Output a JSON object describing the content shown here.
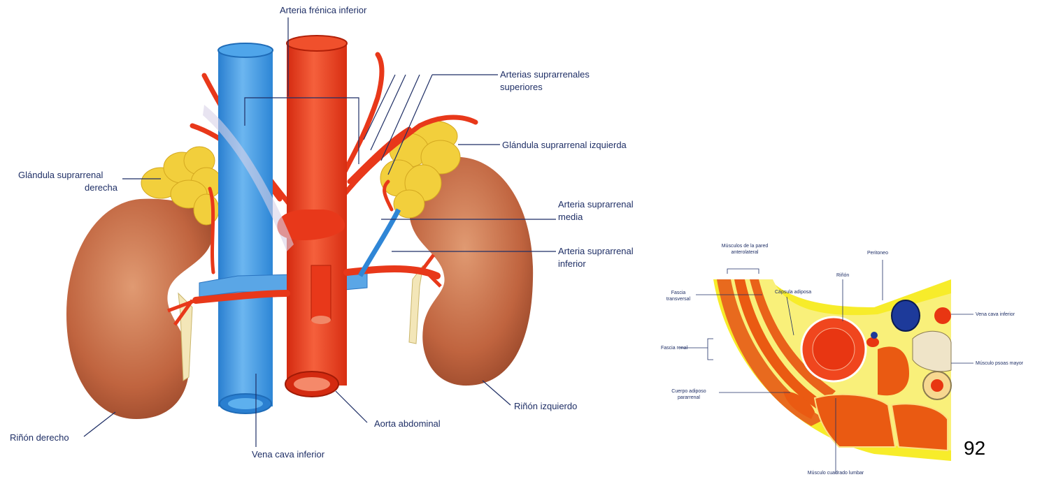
{
  "labels": {
    "arteria_frenica_inferior": "Arteria frénica inferior",
    "arterias_suprarrenales_superiores_1": "Arterias suprarrenales",
    "arterias_suprarrenales_superiores_2": "superiores",
    "glandula_suprarrenal_izquierda": "Glándula suprarrenal izquierda",
    "glandula_suprarrenal_derecha_1": "Glándula suprarrenal",
    "glandula_suprarrenal_derecha_2": "derecha",
    "arteria_suprarrenal_media_1": "Arteria suprarrenal",
    "arteria_suprarrenal_media_2": "media",
    "arteria_suprarrenal_inferior_1": "Arteria suprarrenal",
    "arteria_suprarrenal_inferior_2": "inferior",
    "rinon_izquierdo": "Riñón izquierdo",
    "aorta_abdominal": "Aorta abdominal",
    "rinon_derecho": "Riñón derecho",
    "vena_cava_inferior": "Vena cava inferior"
  },
  "section_labels": {
    "musculos_pared_1": "Músculos de la pared",
    "musculos_pared_2": "anterolateral",
    "fascia_transversal_1": "Fascia",
    "fascia_transversal_2": "transversal",
    "capsula_adiposa": "Cápsula adiposa",
    "rinon": "Riñón",
    "peritoneo": "Peritoneo",
    "vena_cava_inferior": "Vena cava inferior",
    "fascia_renal": "Fascia renal",
    "musculo_psoas_mayor": "Músculo psoas mayor",
    "cuerpo_adiposo_1": "Cuerpo adiposo",
    "cuerpo_adiposo_2": "pararrenal",
    "musculo_cuadrado": "Músculo cuadrado lumbar"
  },
  "page_number": "92",
  "colors": {
    "vena_cava": "#3c93e0",
    "aorta": "#e8381a",
    "kidney": "#c96a45",
    "adrenal": "#f2cf3c",
    "label_text": "#1f2f66"
  }
}
